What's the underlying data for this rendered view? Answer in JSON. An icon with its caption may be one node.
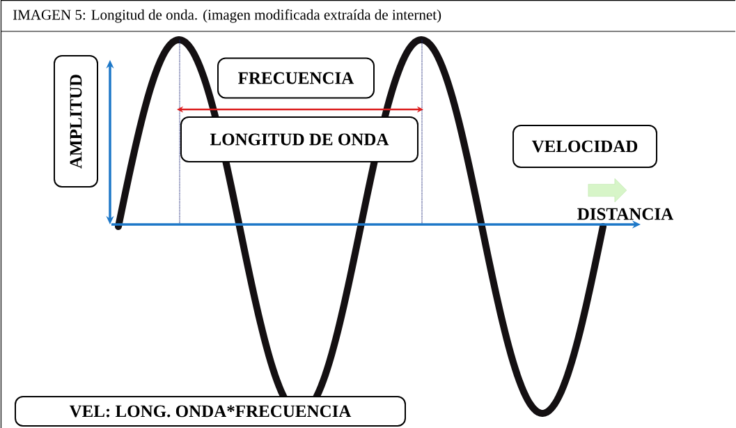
{
  "diagram": {
    "title": "IMAGEN 5: Longitud de onda. (imagen modificada extraída de internet)",
    "nodes": [
      {
        "text": [
          "AMPLITUD"
        ]
      },
      {
        "text": [
          "FRECUENCIA"
        ]
      },
      {
        "text": [
          "LONGITUD DE ONDA"
        ]
      },
      {
        "text": [
          "VELOCIDAD"
        ]
      },
      {
        "text": [
          "VEL: LONG. ONDA*FRECUENCIA"
        ]
      }
    ],
    "labels": [
      "DISTANCIA"
    ]
  }
}
